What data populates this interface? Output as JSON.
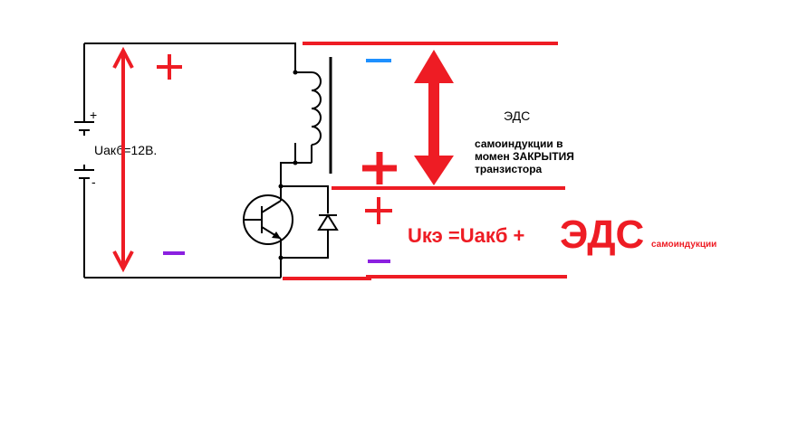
{
  "labels": {
    "battery_voltage": "Uакб=12В.",
    "battery_plus": "+",
    "battery_minus": "-",
    "emf_title": "ЭДС",
    "emf_line1": "самоиндукции в",
    "emf_line2": "момен ЗАКРЫТИЯ",
    "emf_line3": "транзистора",
    "formula_main": "Uкэ =Uакб +",
    "formula_emf": "ЭДС",
    "formula_sub": "самоиндукции",
    "plus_sign": "+"
  },
  "colors": {
    "red": "#ee1c24",
    "blue": "#1e90ff",
    "purple": "#8b20e0",
    "black": "#000000"
  }
}
